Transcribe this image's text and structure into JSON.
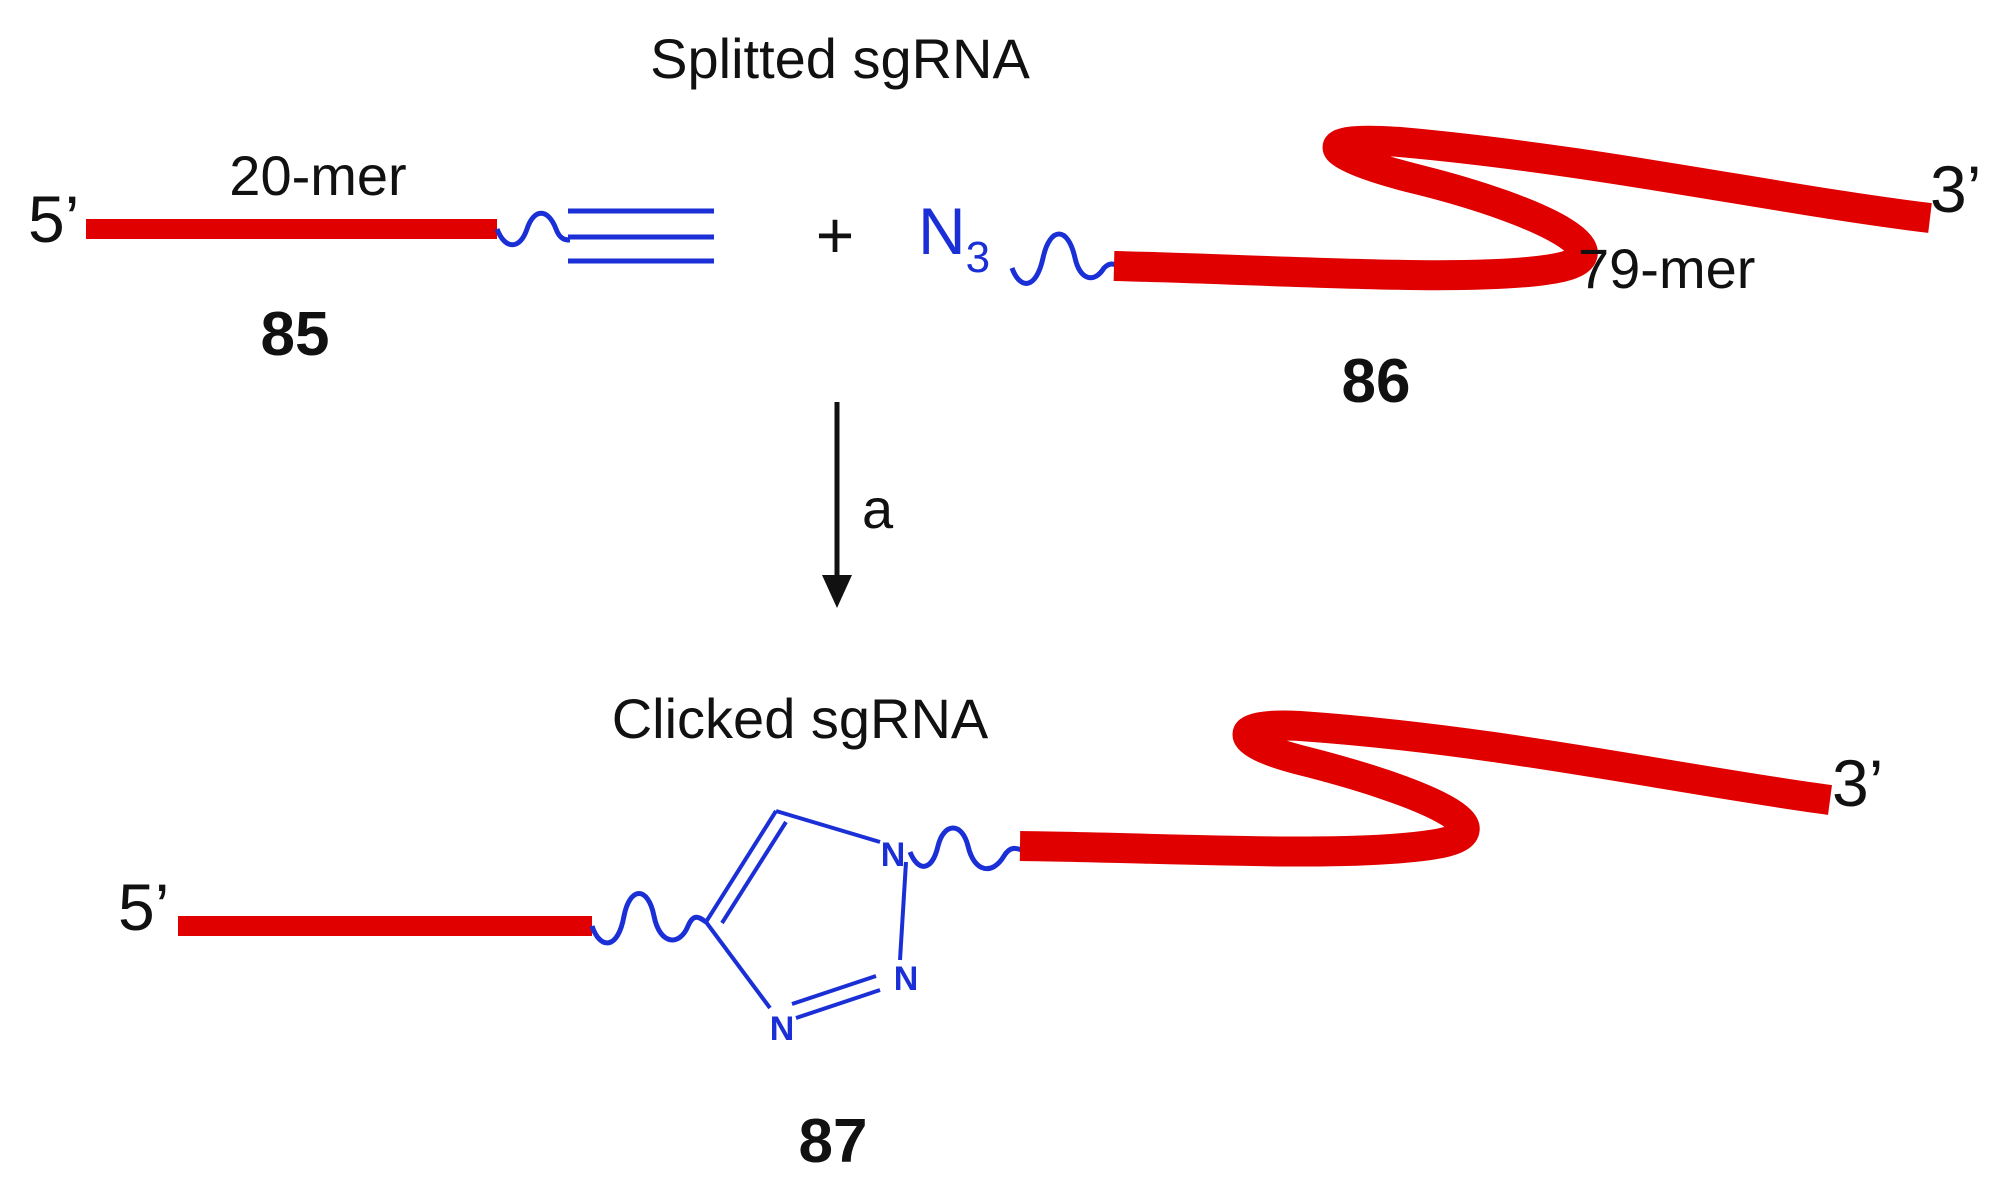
{
  "splitted_title": "Splitted sgRNA",
  "clicked_title": "Clicked sgRNA",
  "fragment_85": {
    "five_prime": "5’",
    "length_label": "20-mer",
    "compound_number": "85"
  },
  "plus_sign": "+",
  "fragment_86": {
    "azide_base": "N",
    "azide_subscript": "3",
    "three_prime": "3’",
    "length_label": "79-mer",
    "compound_number": "86"
  },
  "reaction_condition": "a",
  "product_87": {
    "five_prime": "5’",
    "three_prime": "3’",
    "compound_number": "87",
    "triazole_atoms": [
      "N",
      "N",
      "N"
    ]
  },
  "colors": {
    "rna_strand": "#e00000",
    "chemistry": "#1a2fd6",
    "text": "#111111"
  }
}
